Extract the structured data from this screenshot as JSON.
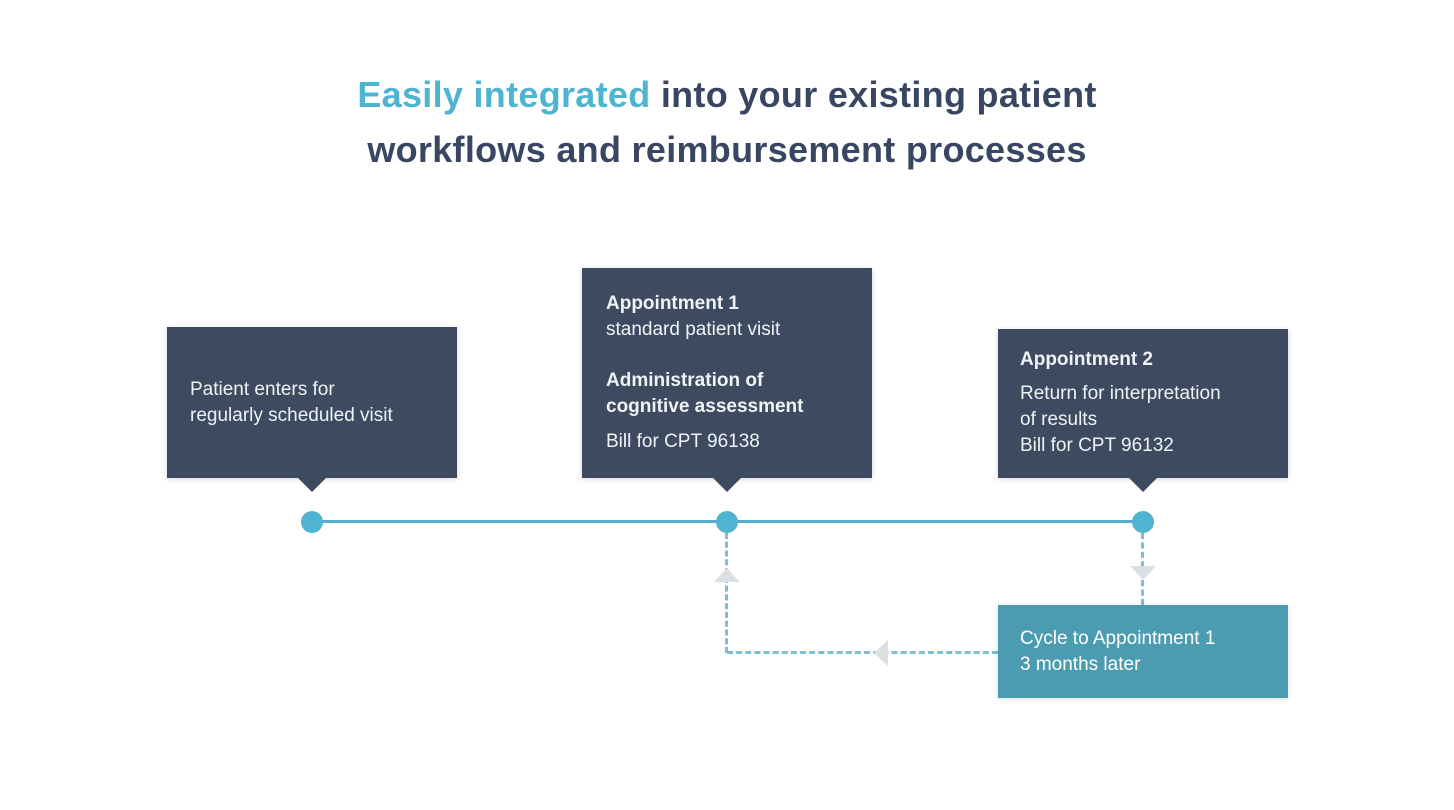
{
  "title": {
    "line1_highlight": "Easily integrated",
    "line1_rest": " into your existing patient",
    "line2": "workflows and reimbursement processes"
  },
  "boxes": {
    "box1": {
      "line1": "Patient enters for",
      "line2": "regularly scheduled visit"
    },
    "box2": {
      "heading": "Appointment 1",
      "subheading": "standard patient visit",
      "bold_line1": "Administration of",
      "bold_line2": "cognitive assessment",
      "bill": "Bill for CPT 96138"
    },
    "box3": {
      "heading": "Appointment 2",
      "line1": "Return for interpretation",
      "line2": "of results",
      "bill": "Bill for CPT 96132"
    },
    "cycle": {
      "line1": "Cycle to Appointment 1",
      "line2": "3 months later"
    }
  },
  "colors": {
    "navy": "#3D4A60",
    "title_navy": "#394661",
    "teal": "#4FB3D2",
    "line_teal": "#55AECB",
    "teal_box": "#4B9CB1",
    "dashed": "#7FBDD2",
    "arrow_gray": "#DCE0E3",
    "text_light": "#F0F3F5"
  }
}
